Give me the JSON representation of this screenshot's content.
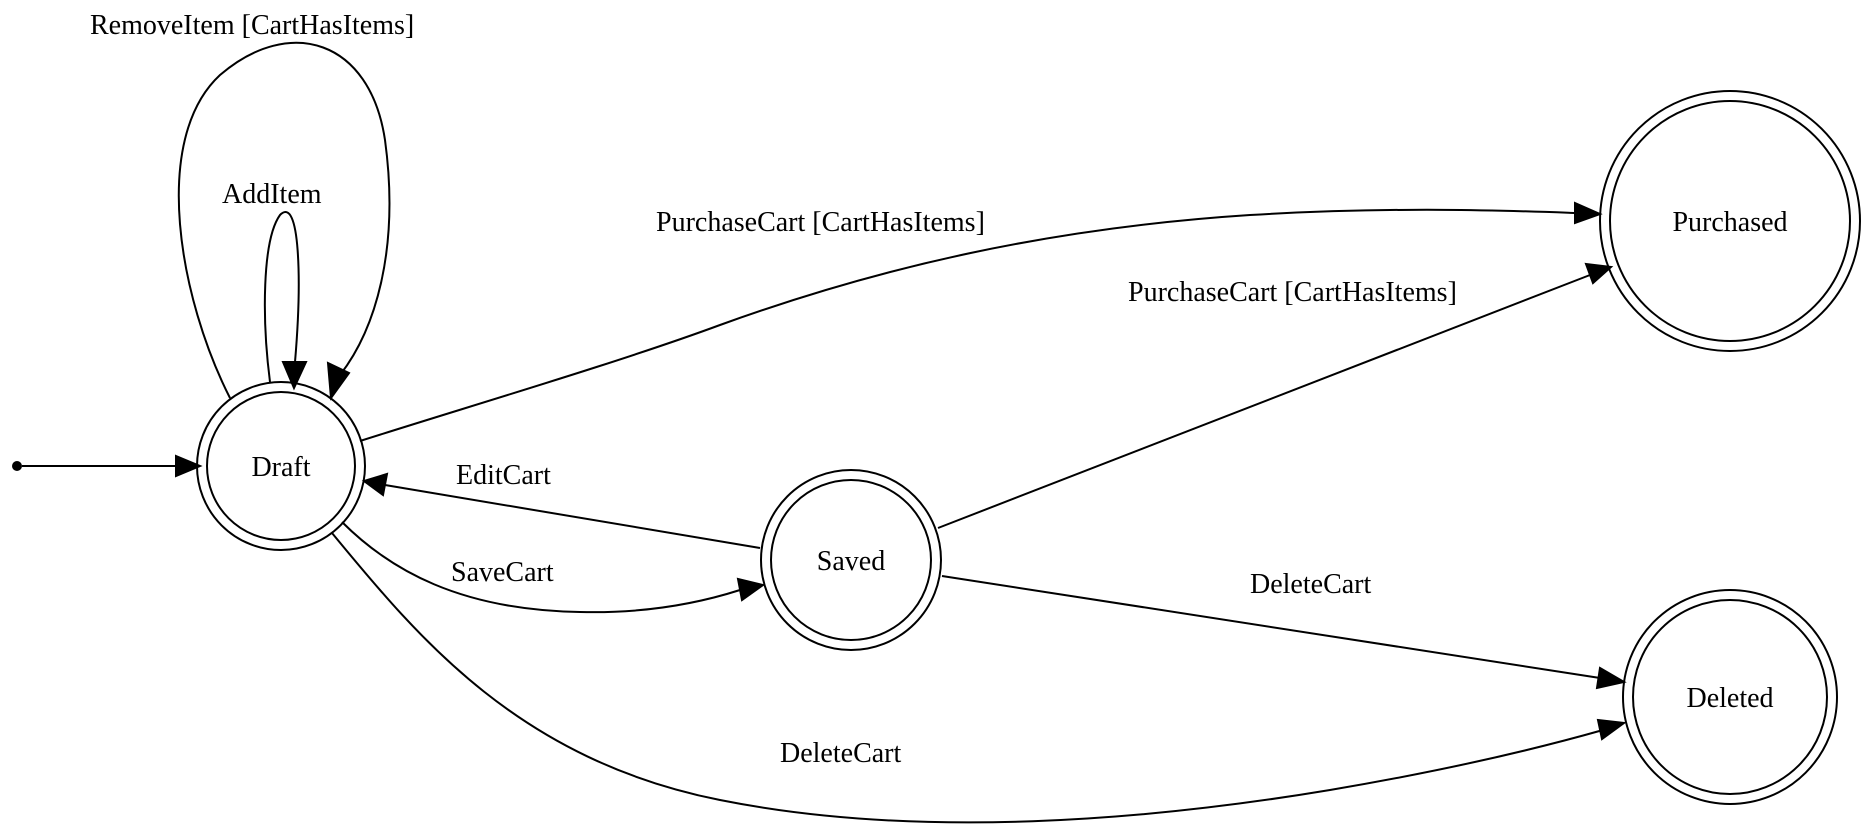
{
  "states": {
    "draft": "Draft",
    "saved": "Saved",
    "purchased": "Purchased",
    "deleted": "Deleted"
  },
  "transitions": {
    "remove_item": "RemoveItem [CartHasItems]",
    "add_item": "AddItem",
    "purchase_from_draft": "PurchaseCart [CartHasItems]",
    "purchase_from_saved": "PurchaseCart [CartHasItems]",
    "edit_cart": "EditCart",
    "save_cart": "SaveCart",
    "delete_from_saved": "DeleteCart",
    "delete_from_draft": "DeleteCart"
  },
  "colors": {
    "stroke": "#000000",
    "background": "#ffffff"
  }
}
